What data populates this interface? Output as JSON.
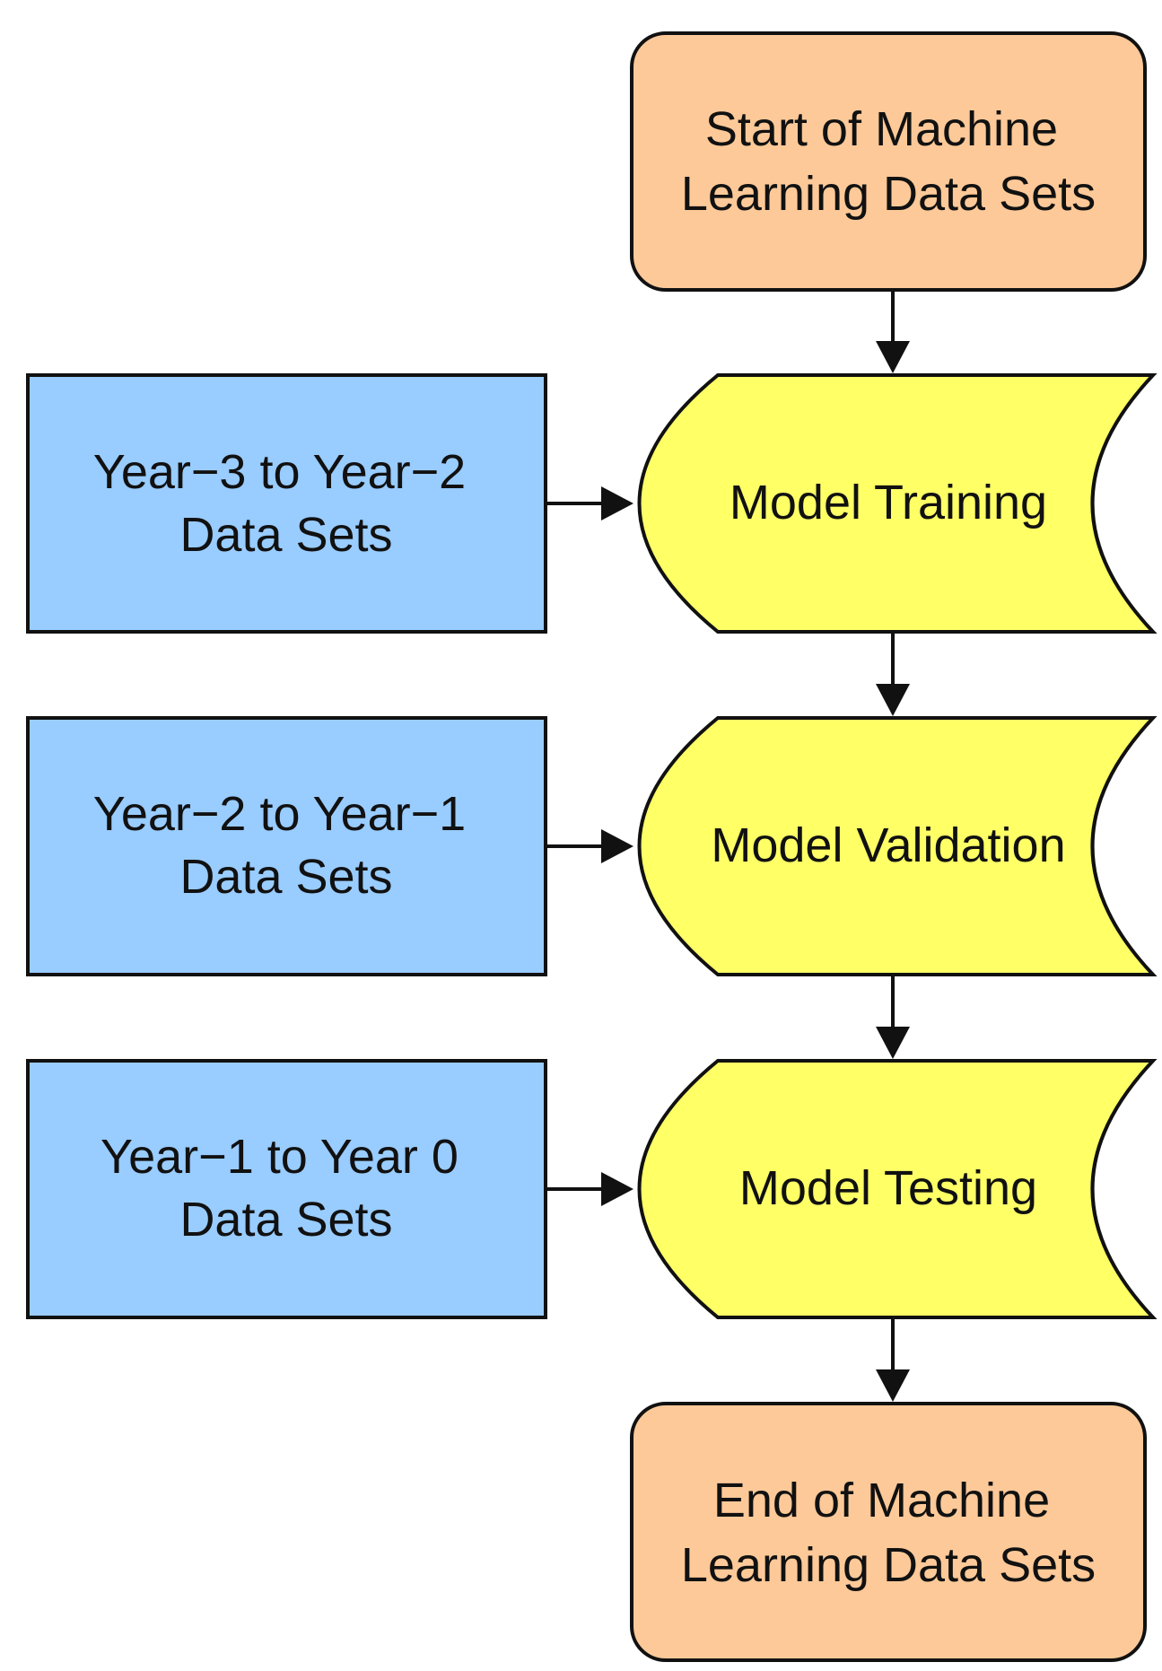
{
  "diagram": {
    "start": {
      "lines": [
        "Start of Machine",
        "Learning Data Sets"
      ]
    },
    "end": {
      "lines": [
        "End of Machine",
        "Learning Data Sets"
      ]
    },
    "stages": [
      {
        "label": "Model Training",
        "input_lines": [
          "Year−3 to Year−2",
          "Data Sets"
        ]
      },
      {
        "label": "Model Validation",
        "input_lines": [
          "Year−2 to Year−1",
          "Data Sets"
        ]
      },
      {
        "label": "Model Testing",
        "input_lines": [
          "Year−1 to Year 0",
          "Data Sets"
        ]
      }
    ],
    "colors": {
      "terminal_fill": "#fdc998",
      "process_fill": "#ffff66",
      "data_fill": "#99ccff",
      "stroke": "#111111"
    }
  }
}
